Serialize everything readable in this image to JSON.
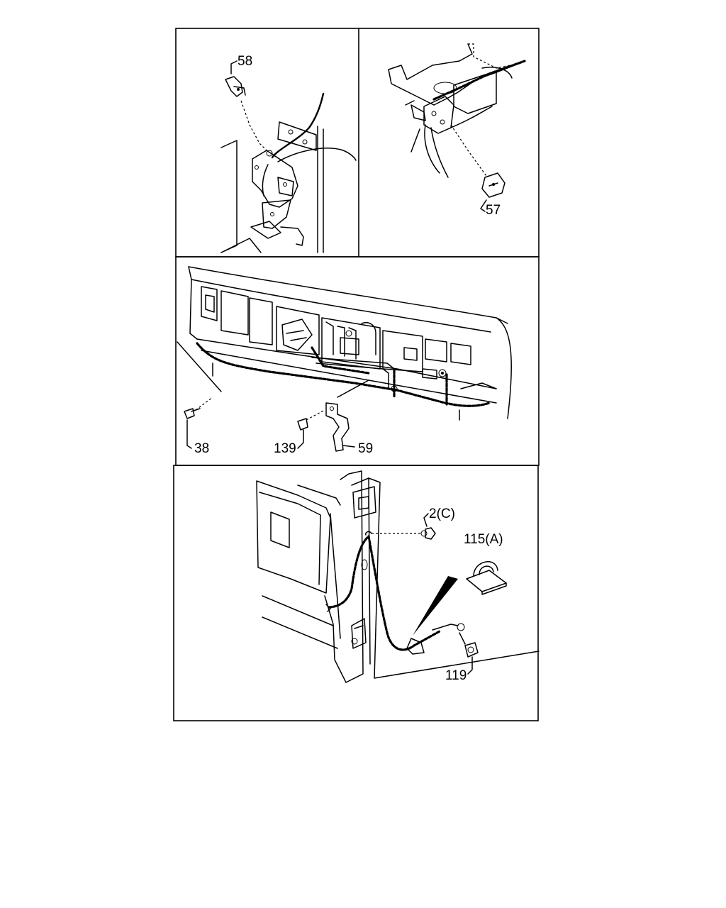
{
  "callouts": {
    "p58": "58",
    "p57": "57",
    "p38": "38",
    "p139": "139",
    "p59": "59",
    "p2c": "2(C)",
    "p115a": "115(A)",
    "p119": "119"
  }
}
